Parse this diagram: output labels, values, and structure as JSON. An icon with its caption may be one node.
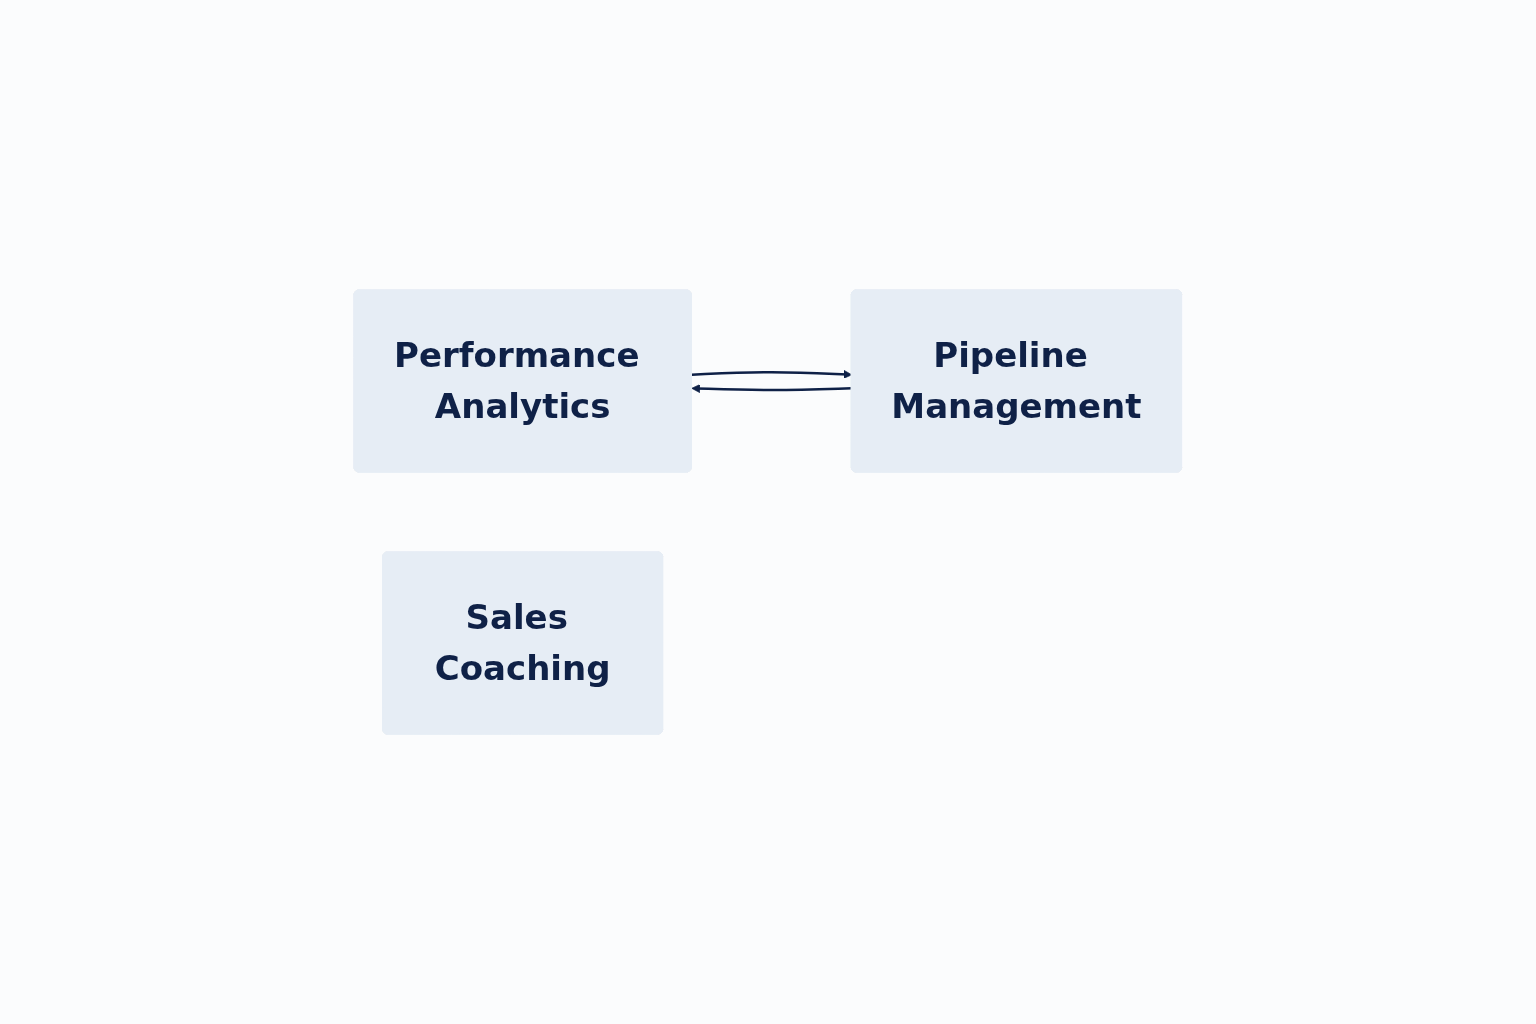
{
  "diagram": {
    "nodes": [
      {
        "text": [
          "Performance Analytics"
        ]
      },
      {
        "text": [
          "Sales Coaching"
        ]
      },
      {
        "text": [
          "Pipeline Management"
        ]
      }
    ],
    "edges": [
      {
        "from": 0,
        "to": 2,
        "arrow": "to"
      },
      {
        "from": 2,
        "to": 0,
        "arrow": "to"
      }
    ]
  }
}
